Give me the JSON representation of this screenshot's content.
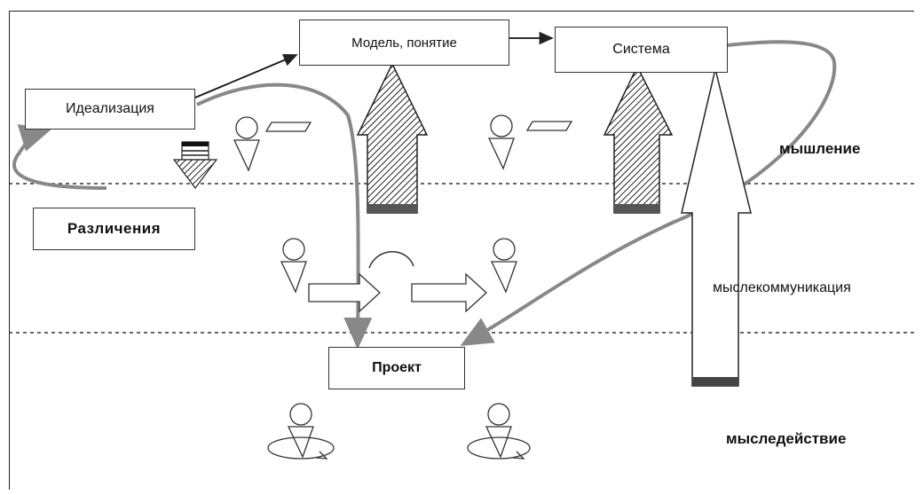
{
  "boxes": {
    "model": "Модель, понятие",
    "system": "Система",
    "idealization": "Идеализация",
    "distinctions": "Различения",
    "project": "Проект"
  },
  "layers": {
    "thinking": "мышление",
    "communication": "мыслекоммуникация",
    "action": "мыследействие"
  }
}
